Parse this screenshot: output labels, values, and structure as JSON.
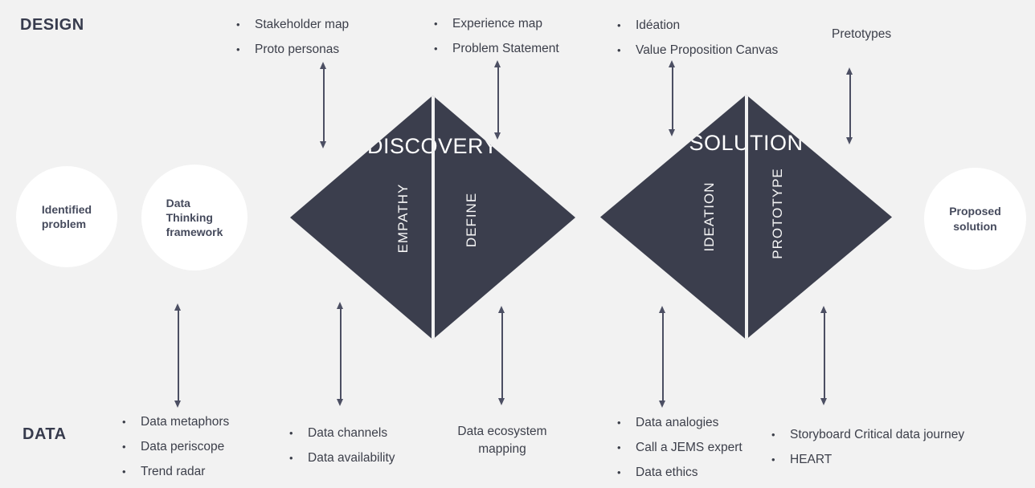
{
  "labels": {
    "design": "DESIGN",
    "data": "DATA"
  },
  "top_lists": [
    {
      "items": [
        "Stakeholder map",
        "Proto personas"
      ]
    },
    {
      "items": [
        "Experience map",
        "Problem Statement"
      ]
    },
    {
      "items": [
        "Idéation",
        "Value Proposition Canvas"
      ]
    }
  ],
  "pretotypes_label": "Pretotypes",
  "circles": [
    {
      "label": "Identified\nproblem"
    },
    {
      "label": "Data\nThinking\nframework"
    },
    {
      "label": "Proposed\nsolution"
    }
  ],
  "diamonds": [
    {
      "title": "DISCOVERY",
      "left_label": "EMPATHY",
      "right_label": "DEFINE"
    },
    {
      "title": "SOLUTION",
      "left_label": "IDEATION",
      "right_label": "PROTOTYPE"
    }
  ],
  "bottom_lists": [
    {
      "items": [
        "Data  metaphors",
        "Data periscope",
        "Trend radar"
      ]
    },
    {
      "items": [
        "Data channels",
        "Data availability"
      ]
    },
    {
      "items": [
        "Data  analogies",
        "Call a JEMS expert",
        "Data ethics"
      ]
    },
    {
      "items": [
        "Storyboard Critical data journey",
        "HEART"
      ]
    }
  ],
  "data_ecosystem_label": "Data ecosystem\nmapping",
  "colors": {
    "background": "#f2f2f2",
    "diamond": "#3b3e4d",
    "arrow": "#4c4f63",
    "circle": "#ffffff",
    "heading_text": "#373b4d",
    "body_text": "#3c3f4a",
    "diamond_text": "#ffffff"
  }
}
